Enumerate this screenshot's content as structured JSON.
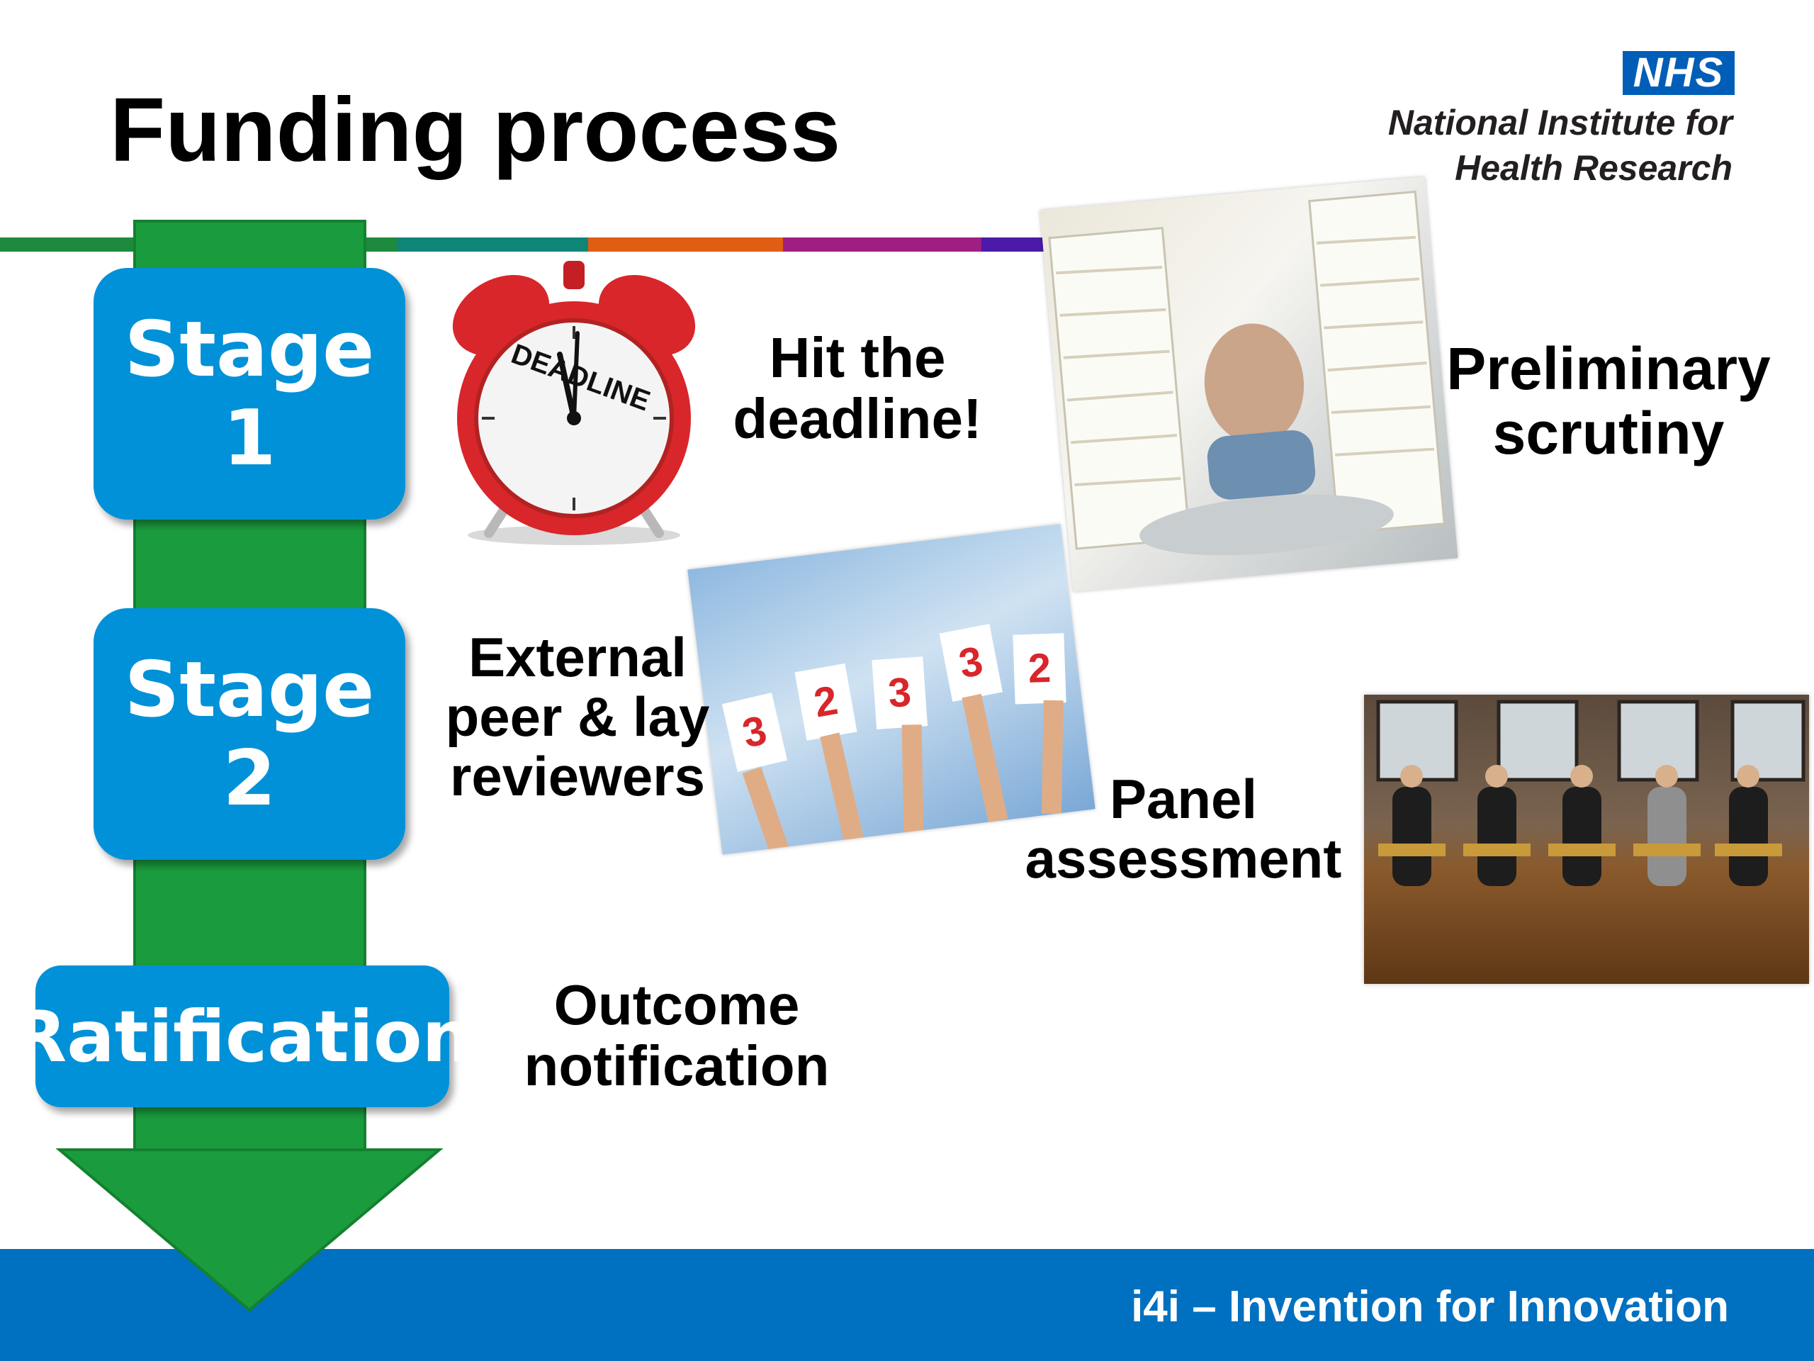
{
  "slide": {
    "title": "Funding process",
    "logo": {
      "badge": "NHS",
      "line1": "National Institute for",
      "line2": "Health Research"
    },
    "stages": [
      {
        "label": "Stage 1"
      },
      {
        "label": "Stage 2"
      },
      {
        "label": "Ratification"
      }
    ],
    "steps": {
      "deadline": [
        "Hit the",
        "deadline!"
      ],
      "scrutiny": [
        "Preliminary",
        "scrutiny"
      ],
      "reviewers": [
        "External",
        "peer & lay",
        "reviewers"
      ],
      "panel": [
        "Panel",
        "assessment"
      ],
      "outcome": [
        "Outcome",
        "notification"
      ]
    },
    "clock_word": "DEADLINE",
    "score_cards": [
      "3",
      "2",
      "3",
      "3",
      "2"
    ],
    "footer": "i4i – Invention for Innovation",
    "colors": {
      "arrow": "#1a9c3e",
      "stage": "#0091d8",
      "footer": "#0070c0",
      "nhs_blue": "#005eb8"
    }
  }
}
